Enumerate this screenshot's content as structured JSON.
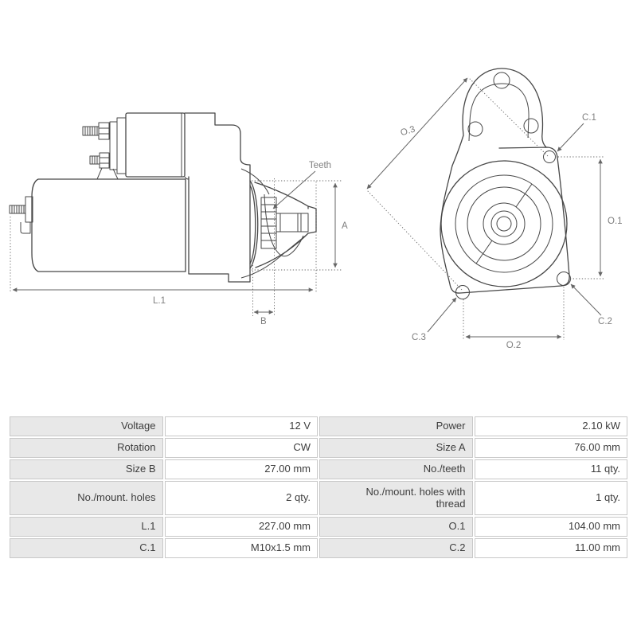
{
  "drawing": {
    "outline_color": "#474747",
    "dimension_color": "#666666",
    "dim_label_color": "#7e7e7e",
    "side_view": {
      "teeth_label": "Teeth",
      "dim_a": "A",
      "dim_b": "B",
      "dim_l1": "L.1"
    },
    "front_view": {
      "dim_o1": "O.1",
      "dim_o2": "O.2",
      "dim_o3": "O.3",
      "dim_c1": "C.1",
      "dim_c2": "C.2",
      "dim_c3": "C.3"
    }
  },
  "spec_table": {
    "label_bg": "#e8e8e8",
    "border_color": "#c8c8c8",
    "text_color": "#3d3d3d",
    "rows": [
      {
        "cells": [
          "Voltage",
          "12 V",
          "Power",
          "2.10 kW"
        ]
      },
      {
        "cells": [
          "Rotation",
          "CW",
          "Size A",
          "76.00 mm"
        ]
      },
      {
        "cells": [
          "Size B",
          "27.00 mm",
          "No./teeth",
          "11 qty."
        ]
      },
      {
        "cells": [
          "No./mount. holes",
          "2 qty.",
          "No./mount. holes with thread",
          "1 qty."
        ]
      },
      {
        "cells": [
          "L.1",
          "227.00 mm",
          "O.1",
          "104.00 mm"
        ]
      },
      {
        "cells": [
          "C.1",
          "M10x1.5 mm",
          "C.2",
          "11.00 mm"
        ]
      }
    ]
  }
}
